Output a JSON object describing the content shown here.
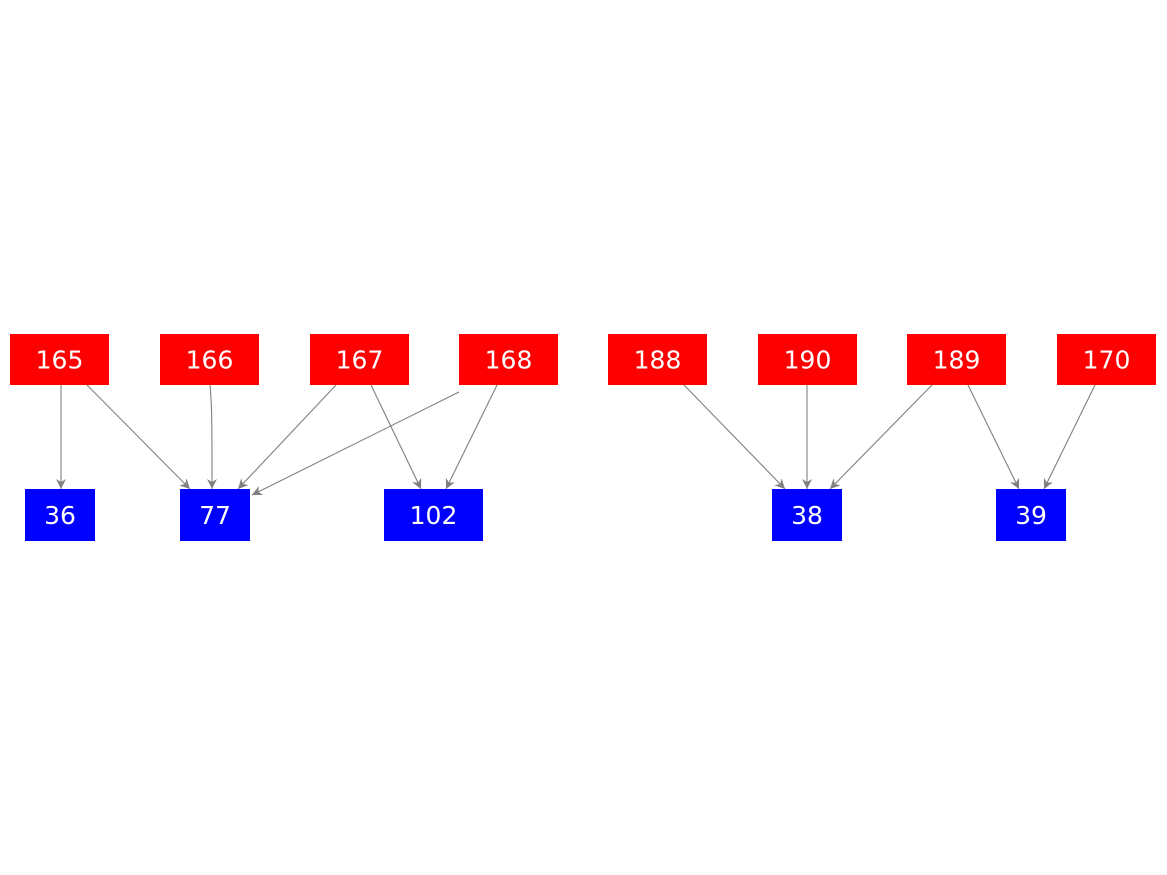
{
  "colors": {
    "source": "#ff0000",
    "target": "#0000ff",
    "edge": "#808080",
    "label": "#ffffff"
  },
  "nodes": [
    {
      "id": "165",
      "label": "165",
      "kind": "source"
    },
    {
      "id": "166",
      "label": "166",
      "kind": "source"
    },
    {
      "id": "167",
      "label": "167",
      "kind": "source"
    },
    {
      "id": "168",
      "label": "168",
      "kind": "source"
    },
    {
      "id": "188",
      "label": "188",
      "kind": "source"
    },
    {
      "id": "190",
      "label": "190",
      "kind": "source"
    },
    {
      "id": "189",
      "label": "189",
      "kind": "source"
    },
    {
      "id": "170",
      "label": "170",
      "kind": "source"
    },
    {
      "id": "36",
      "label": "36",
      "kind": "target"
    },
    {
      "id": "77",
      "label": "77",
      "kind": "target"
    },
    {
      "id": "102",
      "label": "102",
      "kind": "target"
    },
    {
      "id": "38",
      "label": "38",
      "kind": "target"
    },
    {
      "id": "39",
      "label": "39",
      "kind": "target"
    }
  ],
  "edges": [
    {
      "from": "165",
      "to": "36"
    },
    {
      "from": "165",
      "to": "77"
    },
    {
      "from": "166",
      "to": "77"
    },
    {
      "from": "167",
      "to": "77"
    },
    {
      "from": "168",
      "to": "77"
    },
    {
      "from": "167",
      "to": "102"
    },
    {
      "from": "168",
      "to": "102"
    },
    {
      "from": "188",
      "to": "38"
    },
    {
      "from": "190",
      "to": "38"
    },
    {
      "from": "189",
      "to": "38"
    },
    {
      "from": "189",
      "to": "39"
    },
    {
      "from": "170",
      "to": "39"
    }
  ]
}
